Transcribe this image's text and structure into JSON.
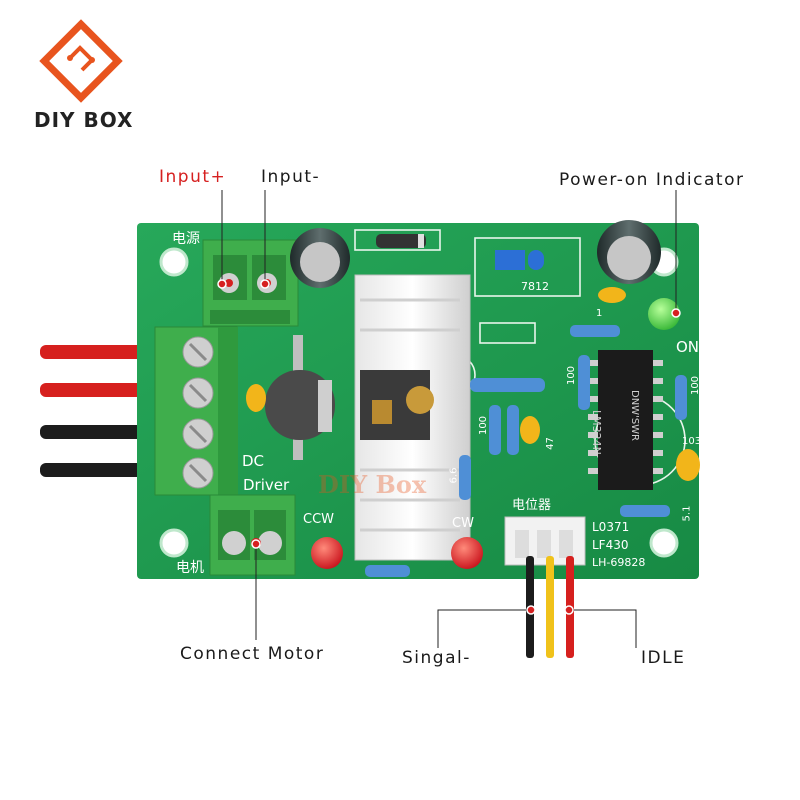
{
  "brand": {
    "name": "DIY BOX",
    "color": "#e8541e",
    "watermark": "DIY Box"
  },
  "callouts": {
    "input_plus": "Input+",
    "input_minus": "Input-",
    "power_indicator": "Power-on Indicator",
    "connect_motor": "Connect Motor",
    "signal": "Singal-",
    "idle": "IDLE"
  },
  "board_text": {
    "power_cn": "电源",
    "motor_cn": "电机",
    "pot_cn": "电位器",
    "dc_driver_1": "DC",
    "dc_driver_2": "Driver",
    "ccw": "CCW",
    "cw": "CW",
    "on": "ON",
    "reg": "7812",
    "chip_1": "LM324N",
    "chip_2": "DNW'SWR",
    "code_1": "L0371",
    "code_2": "LF430",
    "code_3": "LH-69828",
    "r100": "100",
    "r47": "47",
    "r103": "103",
    "r51": "5.1",
    "r66": "6.6",
    "r1": "1"
  },
  "colors": {
    "pcb": "#1f9a4e",
    "accent_red": "#d9262a",
    "terminal_green": "#3fae4c"
  }
}
